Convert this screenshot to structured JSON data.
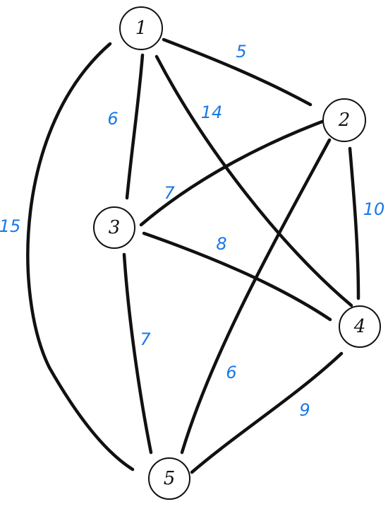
{
  "colors": {
    "line": "#111111",
    "weight": "#1a78e6"
  },
  "nodes": [
    {
      "id": "1",
      "label": "1"
    },
    {
      "id": "2",
      "label": "2"
    },
    {
      "id": "3",
      "label": "3"
    },
    {
      "id": "4",
      "label": "4"
    },
    {
      "id": "5",
      "label": "5"
    }
  ],
  "edges": [
    {
      "from": "1",
      "to": "2",
      "weight": "5"
    },
    {
      "from": "1",
      "to": "3",
      "weight": "6"
    },
    {
      "from": "1",
      "to": "4",
      "weight": "14"
    },
    {
      "from": "1",
      "to": "5",
      "weight": "15"
    },
    {
      "from": "2",
      "to": "3",
      "weight": "7"
    },
    {
      "from": "2",
      "to": "4",
      "weight": "10"
    },
    {
      "from": "2",
      "to": "5",
      "weight": "6"
    },
    {
      "from": "3",
      "to": "4",
      "weight": "8"
    },
    {
      "from": "3",
      "to": "5",
      "weight": "7"
    },
    {
      "from": "4",
      "to": "5",
      "weight": "9"
    }
  ]
}
